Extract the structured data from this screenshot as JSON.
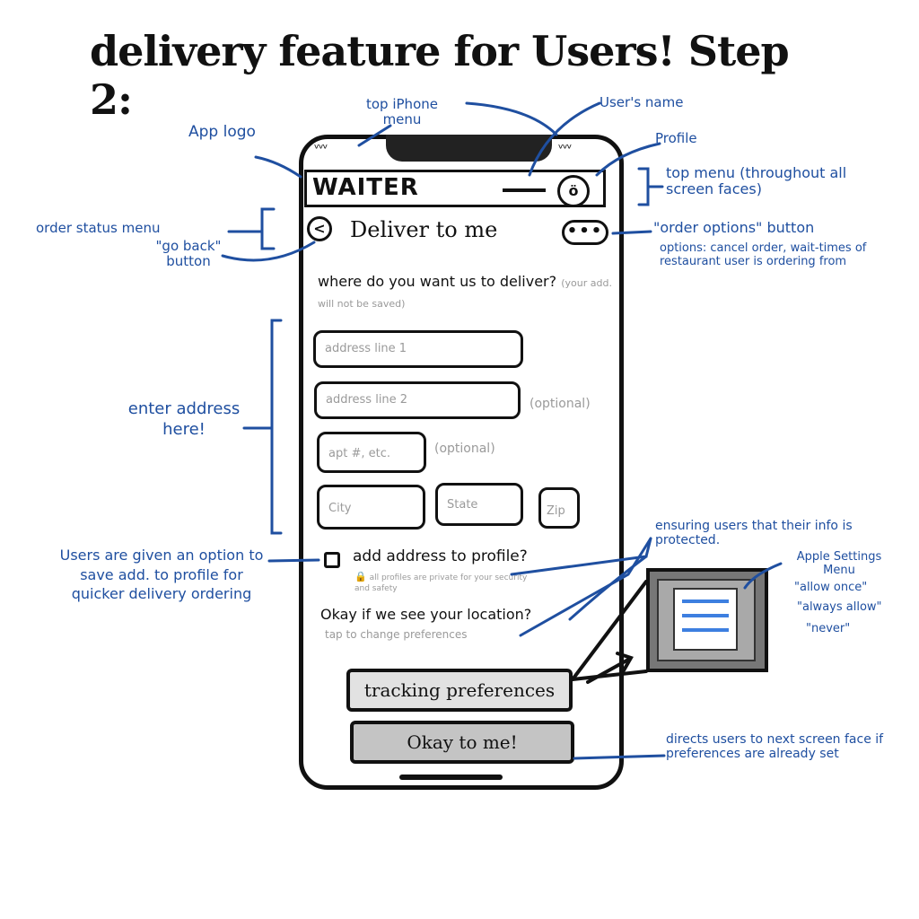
{
  "title": "delivery feature for Users! Step 2:",
  "phone": {
    "status_left": "ᵛᵛᵛ",
    "status_right": "ᵛᵛᵛ",
    "logo": "WAITER",
    "page_title": "Deliver to me",
    "back_glyph": "<",
    "profile_glyph": "ö",
    "options_glyph": "•••",
    "question": "where do you want us to deliver?",
    "question_note": "(your add. will not be saved)",
    "fields": {
      "address1": "address line 1",
      "address2": "address line 2",
      "apt": "apt #, etc.",
      "city": "City",
      "state": "State",
      "zip": "Zip"
    },
    "optional_1": "(optional)",
    "optional_2": "(optional)",
    "save_question": "add address to profile?",
    "privacy_note": "all profiles are private for your security and safety",
    "location_question": "Okay if we see your location?",
    "location_tap": "tap to change preferences",
    "tracking_button": "tracking preferences",
    "okay_button": "Okay to me!"
  },
  "annotations": {
    "app_logo": "App logo",
    "top_iphone_menu": "top iPhone menu",
    "users_name": "User's name",
    "profile": "Profile",
    "top_menu": "top menu (throughout all screen faces)",
    "order_status_menu": "order status menu",
    "go_back": "\"go back\" button",
    "order_options": "\"order options\" button",
    "options_desc": "options: cancel order, wait-times of restaurant user is ordering from",
    "enter_address": "enter address here!",
    "users_save": "Users are given an option to save add. to profile for quicker delivery ordering",
    "ensuring": "ensuring users that their info is protected.",
    "apple_settings": "Apple Settings Menu",
    "allow_once": "\"allow once\"",
    "always_allow": "\"always allow\"",
    "never": "\"never\"",
    "directs": "directs users to next screen face if preferences are already set"
  },
  "colors": {
    "annotation": "#1f4fa0",
    "ink": "#111111",
    "option_blue": "#3d7fe0"
  }
}
